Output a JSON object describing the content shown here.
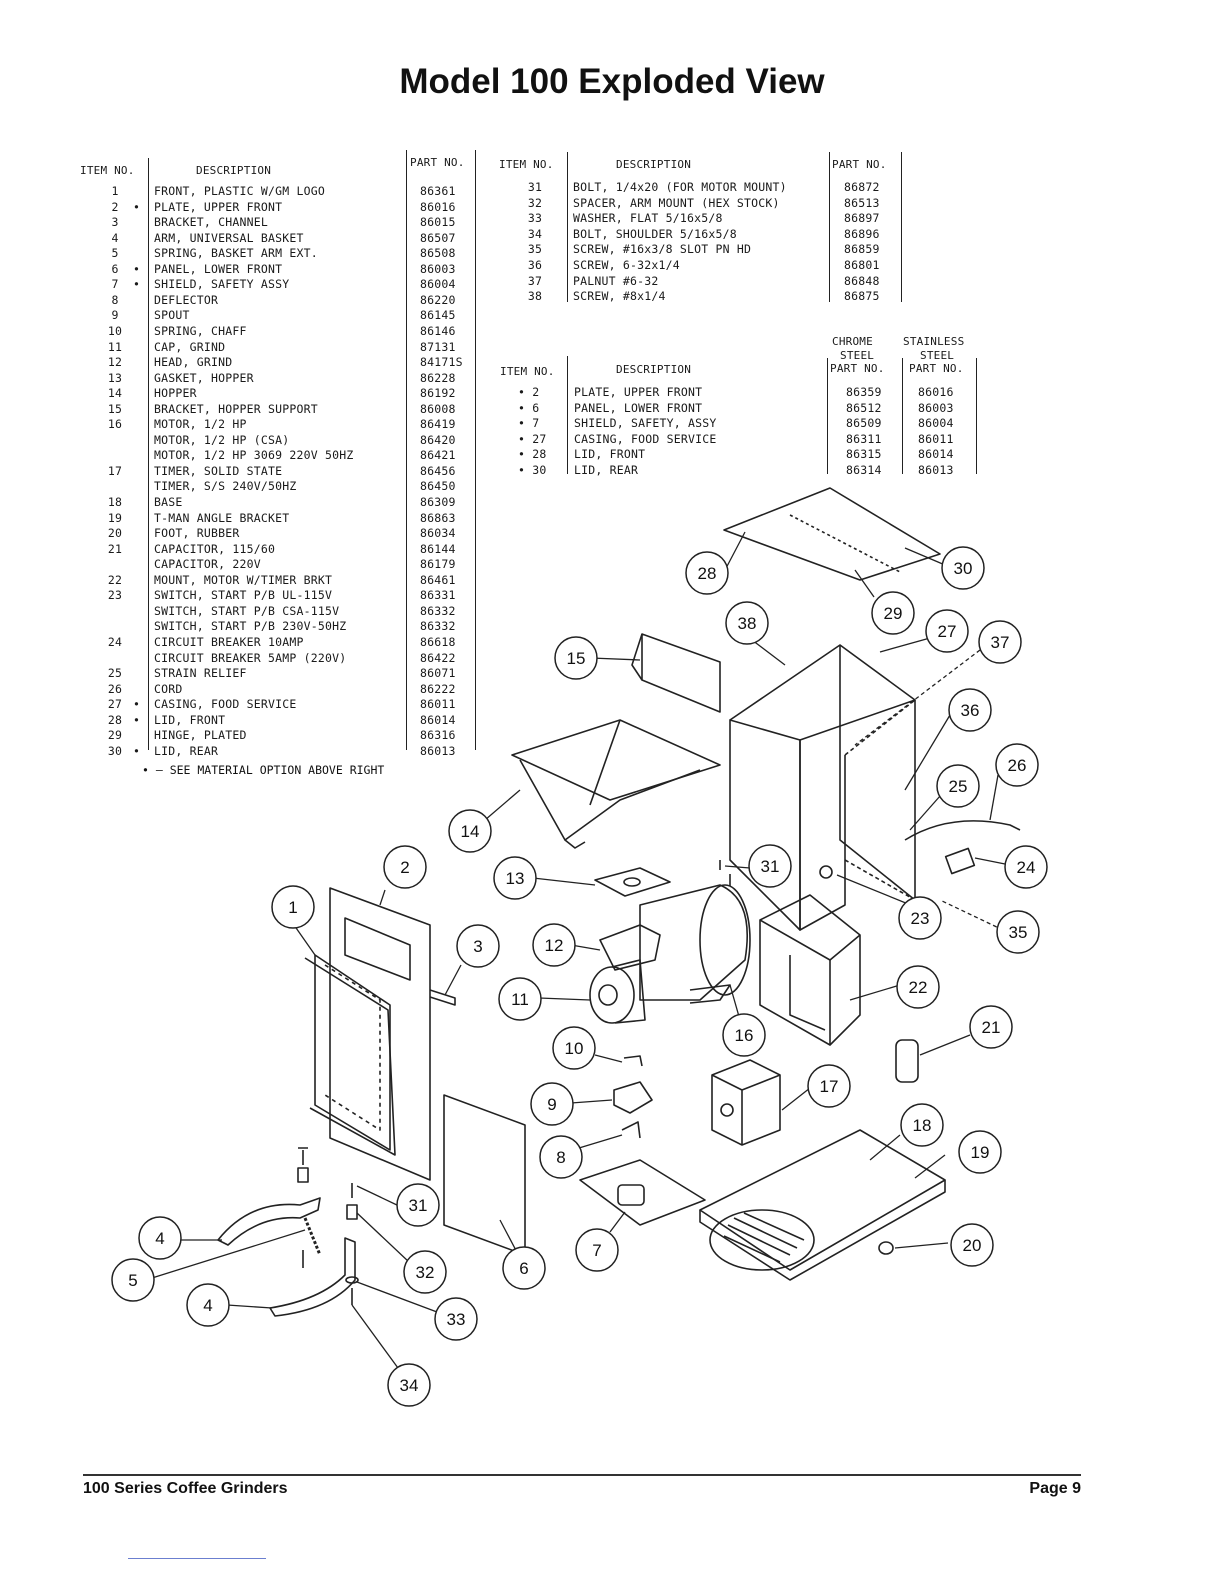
{
  "title": "Model 100 Exploded View",
  "left_table": {
    "headers": {
      "item": "ITEM NO.",
      "desc": "DESCRIPTION",
      "part": "PART NO."
    },
    "rows": [
      {
        "item": "1",
        "mark": "",
        "desc": "FRONT, PLASTIC W/GM LOGO",
        "part": "86361"
      },
      {
        "item": "2",
        "mark": "•",
        "desc": "PLATE, UPPER FRONT",
        "part": "86016"
      },
      {
        "item": "3",
        "mark": "",
        "desc": "BRACKET, CHANNEL",
        "part": "86015"
      },
      {
        "item": "4",
        "mark": "",
        "desc": "ARM, UNIVERSAL BASKET",
        "part": "86507"
      },
      {
        "item": "5",
        "mark": "",
        "desc": "SPRING, BASKET ARM EXT.",
        "part": "86508"
      },
      {
        "item": "6",
        "mark": "•",
        "desc": "PANEL, LOWER FRONT",
        "part": "86003"
      },
      {
        "item": "7",
        "mark": "•",
        "desc": "SHIELD, SAFETY ASSY",
        "part": "86004"
      },
      {
        "item": "8",
        "mark": "",
        "desc": "DEFLECTOR",
        "part": "86220"
      },
      {
        "item": "9",
        "mark": "",
        "desc": "SPOUT",
        "part": "86145"
      },
      {
        "item": "10",
        "mark": "",
        "desc": "SPRING, CHAFF",
        "part": "86146"
      },
      {
        "item": "11",
        "mark": "",
        "desc": "CAP, GRIND",
        "part": "87131"
      },
      {
        "item": "12",
        "mark": "",
        "desc": "HEAD, GRIND",
        "part": "84171S"
      },
      {
        "item": "13",
        "mark": "",
        "desc": "GASKET, HOPPER",
        "part": "86228"
      },
      {
        "item": "14",
        "mark": "",
        "desc": "HOPPER",
        "part": "86192"
      },
      {
        "item": "15",
        "mark": "",
        "desc": "BRACKET, HOPPER SUPPORT",
        "part": "86008"
      },
      {
        "item": "16",
        "mark": "",
        "desc": "MOTOR, 1/2 HP",
        "part": "86419"
      },
      {
        "item": "",
        "mark": "",
        "desc": "MOTOR, 1/2 HP (CSA)",
        "part": "86420"
      },
      {
        "item": "",
        "mark": "",
        "desc": "MOTOR, 1/2 HP 3069 220V 50HZ",
        "part": "86421"
      },
      {
        "item": "17",
        "mark": "",
        "desc": "TIMER, SOLID STATE",
        "part": "86456"
      },
      {
        "item": "",
        "mark": "",
        "desc": "TIMER, S/S 240V/50HZ",
        "part": "86450"
      },
      {
        "item": "18",
        "mark": "",
        "desc": "BASE",
        "part": "86309"
      },
      {
        "item": "19",
        "mark": "",
        "desc": "T-MAN ANGLE BRACKET",
        "part": "86863"
      },
      {
        "item": "20",
        "mark": "",
        "desc": "FOOT, RUBBER",
        "part": "86034"
      },
      {
        "item": "21",
        "mark": "",
        "desc": "CAPACITOR, 115/60",
        "part": "86144"
      },
      {
        "item": "",
        "mark": "",
        "desc": "CAPACITOR, 220V",
        "part": "86179"
      },
      {
        "item": "22",
        "mark": "",
        "desc": "MOUNT, MOTOR W/TIMER BRKT",
        "part": "86461"
      },
      {
        "item": "23",
        "mark": "",
        "desc": "SWITCH, START P/B UL-115V",
        "part": "86331"
      },
      {
        "item": "",
        "mark": "",
        "desc": "SWITCH, START P/B CSA-115V",
        "part": "86332"
      },
      {
        "item": "",
        "mark": "",
        "desc": "SWITCH, START P/B 230V-50HZ",
        "part": "86332"
      },
      {
        "item": "24",
        "mark": "",
        "desc": "CIRCUIT BREAKER 10AMP",
        "part": "86618"
      },
      {
        "item": "",
        "mark": "",
        "desc": "CIRCUIT BREAKER 5AMP (220V)",
        "part": "86422"
      },
      {
        "item": "25",
        "mark": "",
        "desc": "STRAIN RELIEF",
        "part": "86071"
      },
      {
        "item": "26",
        "mark": "",
        "desc": "CORD",
        "part": "86222"
      },
      {
        "item": "27",
        "mark": "•",
        "desc": "CASING, FOOD SERVICE",
        "part": "86011"
      },
      {
        "item": "28",
        "mark": "•",
        "desc": "LID, FRONT",
        "part": "86014"
      },
      {
        "item": "29",
        "mark": "",
        "desc": "HINGE, PLATED",
        "part": "86316"
      },
      {
        "item": "30",
        "mark": "•",
        "desc": "LID, REAR",
        "part": "86013"
      }
    ],
    "note": "• – SEE MATERIAL OPTION ABOVE RIGHT"
  },
  "right_table_top": {
    "headers": {
      "item": "ITEM NO.",
      "desc": "DESCRIPTION",
      "part": "PART NO."
    },
    "rows": [
      {
        "item": "31",
        "desc": "BOLT, 1/4x20 (FOR MOTOR MOUNT)",
        "part": "86872"
      },
      {
        "item": "32",
        "desc": "SPACER, ARM MOUNT (HEX STOCK)",
        "part": "86513"
      },
      {
        "item": "33",
        "desc": "WASHER, FLAT 5/16x5/8",
        "part": "86897"
      },
      {
        "item": "34",
        "desc": "BOLT, SHOULDER 5/16x5/8",
        "part": "86896"
      },
      {
        "item": "35",
        "desc": "SCREW, #16x3/8 SLOT PN HD",
        "part": "86859"
      },
      {
        "item": "36",
        "desc": "SCREW, 6-32x1/4",
        "part": "86801"
      },
      {
        "item": "37",
        "desc": "PALNUT #6-32",
        "part": "86848"
      },
      {
        "item": "38",
        "desc": "SCREW, #8x1/4",
        "part": "86875"
      }
    ]
  },
  "right_table_bottom": {
    "headers": {
      "item": "ITEM NO.",
      "desc": "DESCRIPTION",
      "chrome1": "CHROME",
      "chrome2": "STEEL",
      "chrome3": "PART NO.",
      "stain1": "STAINLESS",
      "stain2": "STEEL",
      "stain3": "PART NO."
    },
    "rows": [
      {
        "item": "• 2",
        "desc": "PLATE, UPPER FRONT",
        "chrome": "86359",
        "stainless": "86016"
      },
      {
        "item": "• 6",
        "desc": "PANEL, LOWER FRONT",
        "chrome": "86512",
        "stainless": "86003"
      },
      {
        "item": "• 7",
        "desc": "SHIELD, SAFETY, ASSY",
        "chrome": "86509",
        "stainless": "86004"
      },
      {
        "item": "• 27",
        "desc": "CASING, FOOD SERVICE",
        "chrome": "86311",
        "stainless": "86011"
      },
      {
        "item": "• 28",
        "desc": "LID, FRONT",
        "chrome": "86315",
        "stainless": "86014"
      },
      {
        "item": "• 30",
        "desc": "LID, REAR",
        "chrome": "86314",
        "stainless": "86013"
      }
    ]
  },
  "callouts": [
    "1",
    "2",
    "3",
    "4",
    "5",
    "4",
    "6",
    "7",
    "8",
    "9",
    "10",
    "11",
    "12",
    "13",
    "14",
    "15",
    "16",
    "17",
    "18",
    "19",
    "20",
    "21",
    "22",
    "23",
    "24",
    "25",
    "26",
    "27",
    "28",
    "29",
    "30",
    "31",
    "31",
    "32",
    "33",
    "34",
    "35",
    "36",
    "37",
    "38"
  ],
  "footer": {
    "left": "100 Series Coffee Grinders",
    "right": "Page 9"
  }
}
